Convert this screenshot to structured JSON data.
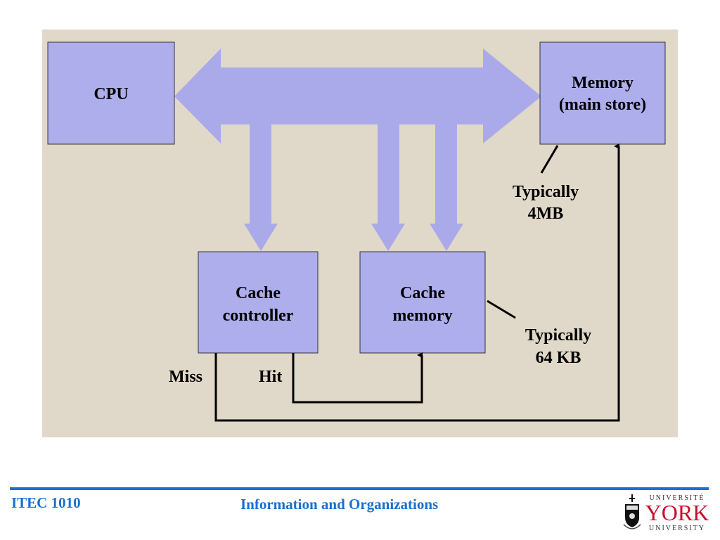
{
  "diagram": {
    "nodes": {
      "cpu": {
        "label": "CPU"
      },
      "memory": {
        "label_line1": "Memory",
        "label_line2": "(main store)"
      },
      "cache_controller": {
        "label_line1": "Cache",
        "label_line2": "controller"
      },
      "cache_memory": {
        "label_line1": "Cache",
        "label_line2": "memory"
      }
    },
    "annotations": {
      "memory_size": {
        "line1": "Typically",
        "line2": "4MB"
      },
      "cache_size": {
        "line1": "Typically",
        "line2": "64 KB"
      },
      "miss": "Miss",
      "hit": "Hit"
    },
    "colors": {
      "background": "#e0d8c8",
      "box_fill": "#aeaeec",
      "bus": "#aaaaea",
      "footer_accent": "#1a6fd0",
      "logo_red": "#c8102e"
    }
  },
  "footer": {
    "course": "ITEC 1010",
    "title": "Information and Organizations",
    "logo": {
      "top": "UNIVERSITÉ",
      "main": "YORK",
      "bottom": "UNIVERSITY"
    }
  }
}
